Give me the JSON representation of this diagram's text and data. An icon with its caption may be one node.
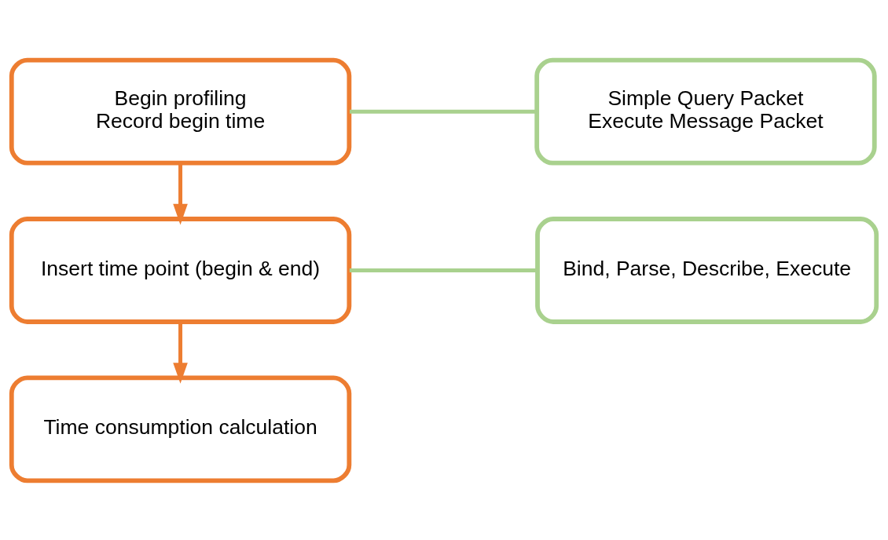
{
  "diagram": {
    "nodes": [
      {
        "text": [
          "Begin profiling",
          "Record begin time"
        ]
      },
      {
        "text": [
          "Insert time point (begin & end)"
        ]
      },
      {
        "text": [
          "Time consumption calculation"
        ]
      },
      {
        "text": [
          "Simple Query Packet",
          "Execute Message Packet"
        ]
      },
      {
        "text": [
          "Bind, Parse, Describe, Execute"
        ]
      }
    ],
    "edges": [
      {
        "from": 0,
        "to": 1,
        "arrow": "to",
        "color": "#ed7d31"
      },
      {
        "from": 1,
        "to": 2,
        "arrow": "to",
        "color": "#ed7d31"
      },
      {
        "from": 0,
        "to": 3,
        "arrow": "none",
        "color": "#a9d18e"
      },
      {
        "from": 1,
        "to": 4,
        "arrow": "none",
        "color": "#a9d18e"
      }
    ]
  }
}
